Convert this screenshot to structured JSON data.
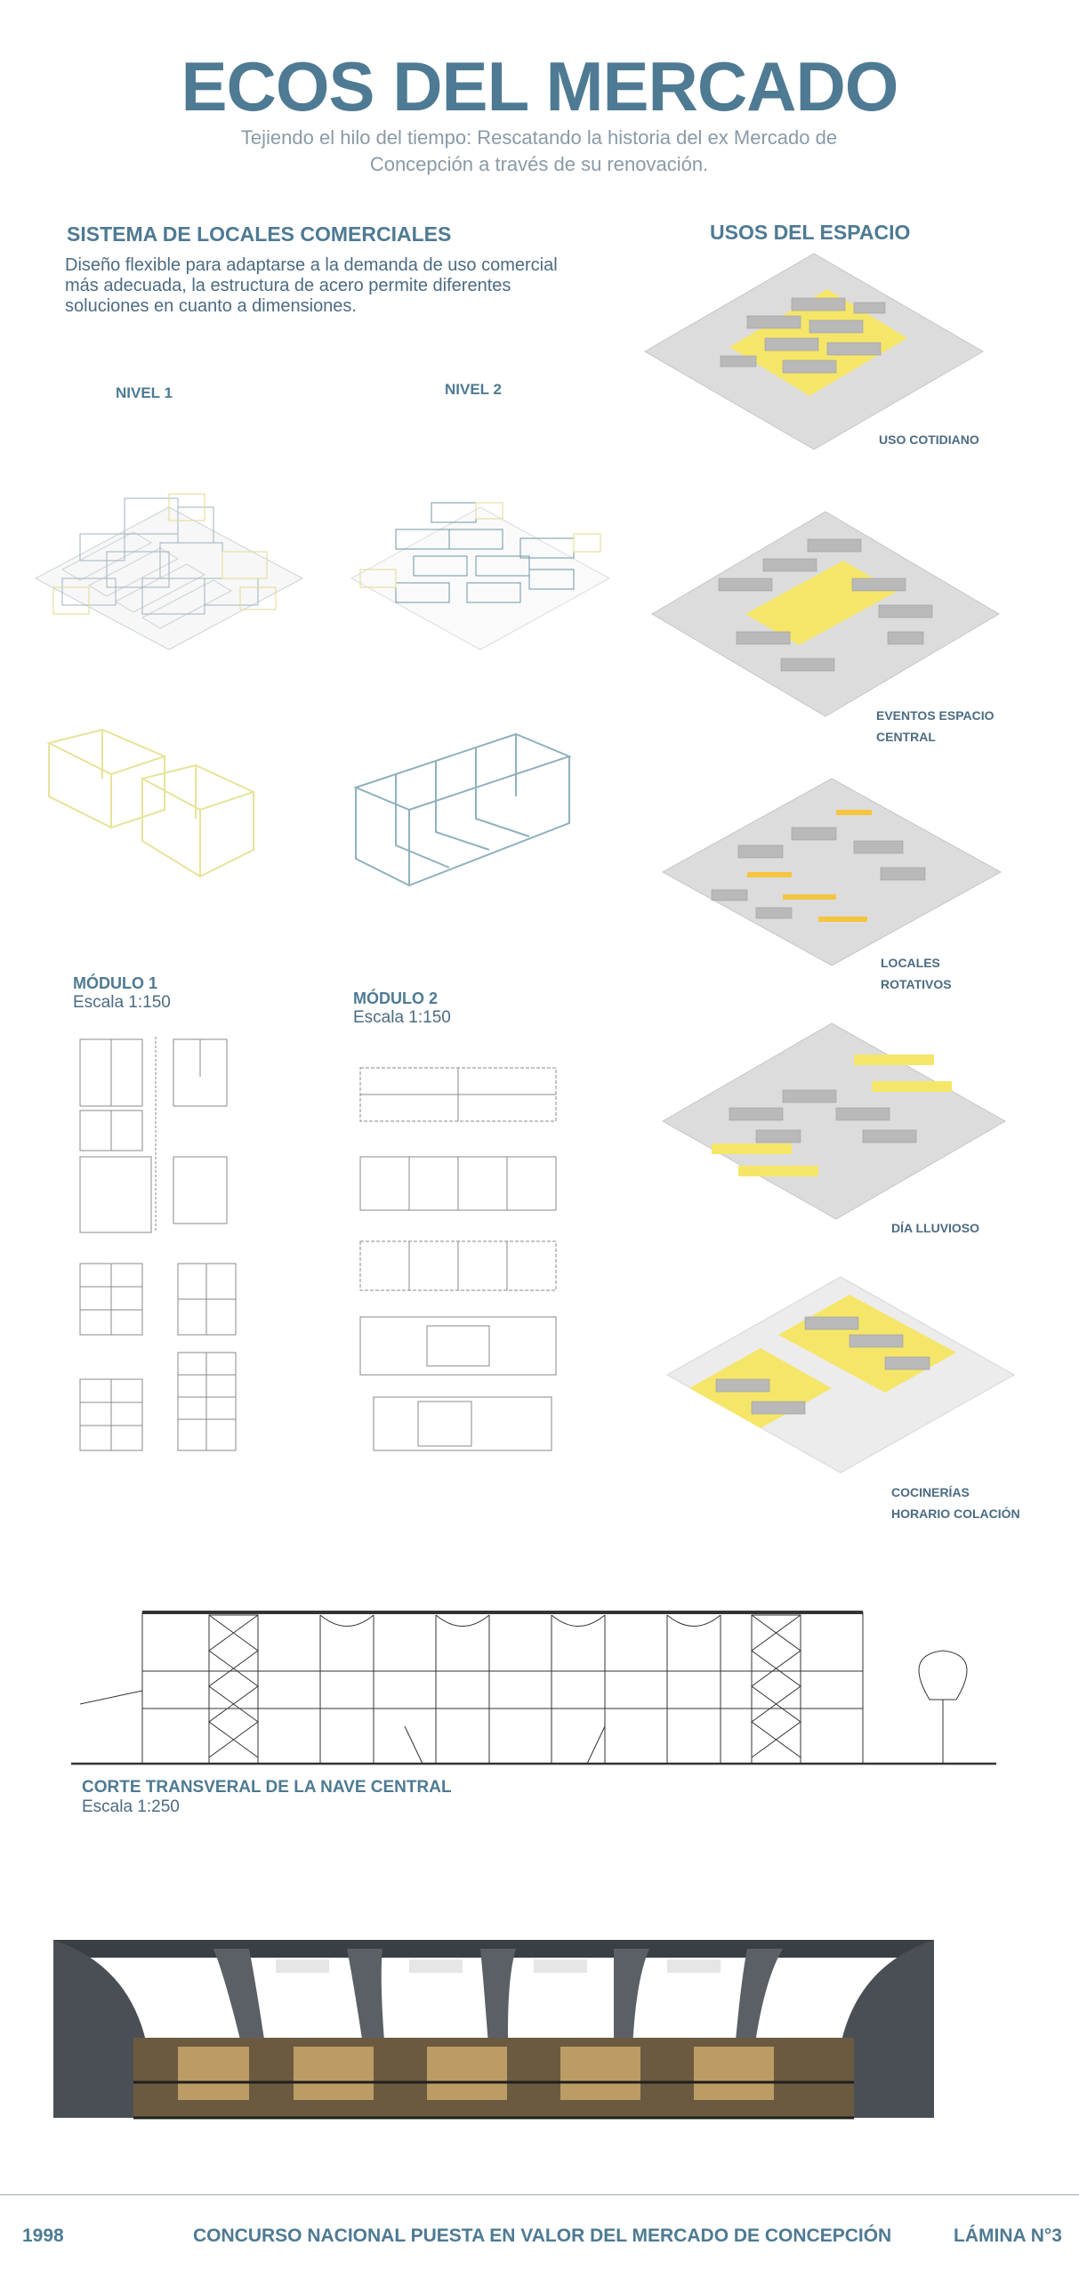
{
  "header": {
    "title": "ECOS DEL MERCADO",
    "subtitle_line1": "Tejiendo el hilo del tiempo: Rescatando la historia del ex Mercado de",
    "subtitle_line2": "Concepción a través de su renovación."
  },
  "locales": {
    "heading": "SISTEMA DE LOCALES COMERCIALES",
    "description": "Diseño flexible para adaptarse a la demanda de uso comercial más adecuada, la estructura de acero permite diferentes soluciones en cuanto a dimensiones.",
    "nivel1": "NIVEL 1",
    "nivel2": "NIVEL 2",
    "modulo1": {
      "name": "MÓDULO 1",
      "scale": "Escala 1:150"
    },
    "modulo2": {
      "name": "MÓDULO 2",
      "scale": "Escala 1:150"
    }
  },
  "usos": {
    "heading": "USOS DEL ESPACIO",
    "items": [
      {
        "line1": "USO COTIDIANO",
        "line2": ""
      },
      {
        "line1": "EVENTOS ESPACIO",
        "line2": "CENTRAL"
      },
      {
        "line1": "LOCALES",
        "line2": "ROTATIVOS"
      },
      {
        "line1": "DÍA LLUVIOSO",
        "line2": ""
      },
      {
        "line1": "COCINERÍAS",
        "line2": "HORARIO COLACIÓN"
      }
    ]
  },
  "corte": {
    "title": "CORTE TRANSVERAL DE LA NAVE CENTRAL",
    "scale": "Escala 1:250"
  },
  "footer": {
    "year": "1998",
    "contest": "CONCURSO NACIONAL PUESTA EN VALOR DEL MERCADO DE CONCEPCIÓN",
    "sheet": "LÁMINA N°3"
  },
  "colors": {
    "accent": "#4e7a93",
    "yellow": "#f5e66a",
    "blue_structure": "#7fa8b8",
    "gray_block": "#b9b9b9"
  }
}
